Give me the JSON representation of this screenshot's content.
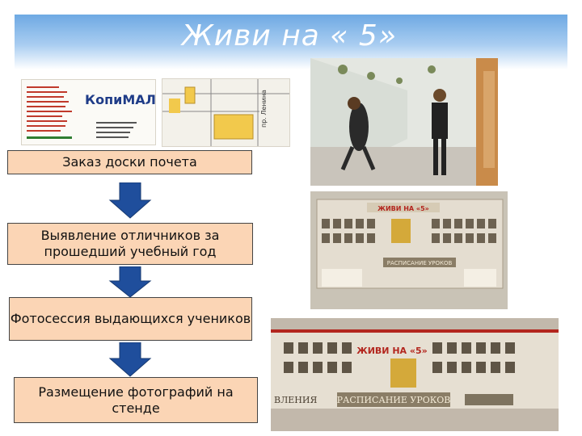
{
  "slide": {
    "title": "Живи на « 5»"
  },
  "flow": [
    {
      "label": "Заказ доски почета"
    },
    {
      "label": "Выявление отличников за прошедший учебный год"
    },
    {
      "label": "Фотосессия выдающихся учеников"
    },
    {
      "label": "Размещение фотографий на стенде"
    }
  ],
  "photos": {
    "card": {
      "brand": "КопиМАЛ"
    },
    "map": {
      "street": "пр. Ленина"
    },
    "board_top": {
      "heading": "ЖИВИ НА «5»",
      "sign": "РАСПИСАНИЕ УРОКОВ"
    },
    "board_bottom": {
      "heading": "ЖИВИ НА «5»",
      "sign": "РАСПИСАНИЕ УРОКОВ",
      "left_sign": "ВЛЕНИЯ"
    }
  },
  "colors": {
    "box_fill": "#fbd5b5",
    "arrow_fill": "#1f4e9c",
    "header_blue": "#6ea9e3"
  }
}
